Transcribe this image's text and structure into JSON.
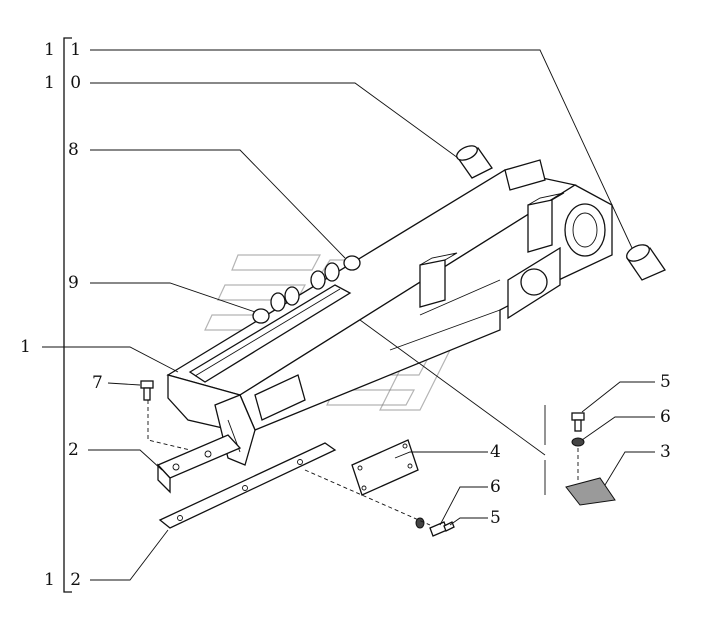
{
  "callouts": {
    "c11": "1 1",
    "c10": "1 0",
    "c8": "8",
    "c9": "9",
    "c1": "1",
    "c7": "7",
    "c2": "2",
    "c12": "1 2",
    "c4": "4",
    "c6a": "6",
    "c5a": "5",
    "c5b": "5",
    "c6b": "6",
    "c3": "3"
  },
  "colors": {
    "line": "#111111",
    "background": "#ffffff",
    "shade": "#9a9a9a"
  }
}
